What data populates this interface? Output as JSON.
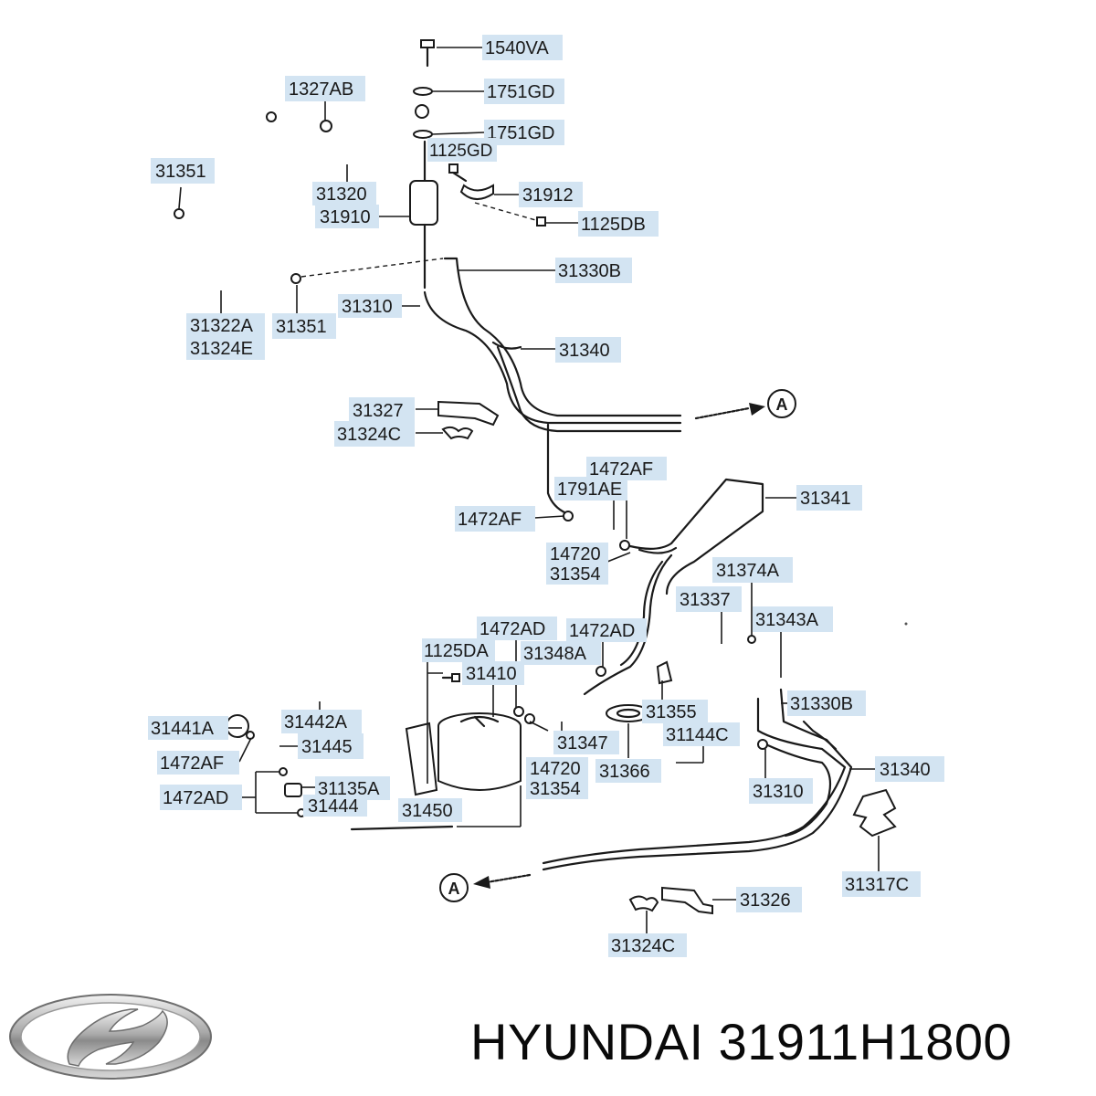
{
  "caption": {
    "brand": "HYUNDAI",
    "part_number": "31911H1800"
  },
  "labels": [
    {
      "id": "1540VA",
      "text": "1540VA"
    },
    {
      "id": "1751GD-a",
      "text": "1751GD"
    },
    {
      "id": "1327AB",
      "text": "1327AB"
    },
    {
      "id": "1751GD-b",
      "text": "1751GD"
    },
    {
      "id": "1125GD",
      "text": "1125GD"
    },
    {
      "id": "31351-a",
      "text": "31351"
    },
    {
      "id": "31912",
      "text": "31912"
    },
    {
      "id": "31320",
      "text": "31320"
    },
    {
      "id": "31910",
      "text": "31910"
    },
    {
      "id": "1125DB",
      "text": "1125DB"
    },
    {
      "id": "31330B-a",
      "text": "31330B"
    },
    {
      "id": "31310-a",
      "text": "31310"
    },
    {
      "id": "31322A",
      "text": "31322A"
    },
    {
      "id": "31324E",
      "text": "31324E"
    },
    {
      "id": "31351-b",
      "text": "31351"
    },
    {
      "id": "31340-a",
      "text": "31340"
    },
    {
      "id": "31327",
      "text": "31327"
    },
    {
      "id": "31324C-a",
      "text": "31324C"
    },
    {
      "id": "1472AF-a",
      "text": "1472AF"
    },
    {
      "id": "1791AE",
      "text": "1791AE"
    },
    {
      "id": "31341",
      "text": "31341"
    },
    {
      "id": "1472AF-b",
      "text": "1472AF"
    },
    {
      "id": "14720-a",
      "text": "14720"
    },
    {
      "id": "31354-a",
      "text": "31354"
    },
    {
      "id": "31374A",
      "text": "31374A"
    },
    {
      "id": "31337",
      "text": "31337"
    },
    {
      "id": "31343A",
      "text": "31343A"
    },
    {
      "id": "1472AD-a",
      "text": "1472AD"
    },
    {
      "id": "1472AD-b",
      "text": "1472AD"
    },
    {
      "id": "1125DA",
      "text": "1125DA"
    },
    {
      "id": "31348A",
      "text": "31348A"
    },
    {
      "id": "31410",
      "text": "31410"
    },
    {
      "id": "31442A",
      "text": "31442A"
    },
    {
      "id": "31355",
      "text": "31355"
    },
    {
      "id": "31330B-b",
      "text": "31330B"
    },
    {
      "id": "31441A",
      "text": "31441A"
    },
    {
      "id": "31347",
      "text": "31347"
    },
    {
      "id": "31144C",
      "text": "31144C"
    },
    {
      "id": "1472AF-c",
      "text": "1472AF"
    },
    {
      "id": "31445",
      "text": "31445"
    },
    {
      "id": "14720-b",
      "text": "14720"
    },
    {
      "id": "31366",
      "text": "31366"
    },
    {
      "id": "31340-b",
      "text": "31340"
    },
    {
      "id": "31354-b",
      "text": "31354"
    },
    {
      "id": "1472AD-c",
      "text": "1472AD"
    },
    {
      "id": "31135A",
      "text": "31135A"
    },
    {
      "id": "31310-b",
      "text": "31310"
    },
    {
      "id": "31444",
      "text": "31444"
    },
    {
      "id": "31450",
      "text": "31450"
    },
    {
      "id": "31317C",
      "text": "31317C"
    },
    {
      "id": "31326",
      "text": "31326"
    },
    {
      "id": "31324C-b",
      "text": "31324C"
    }
  ],
  "markers": [
    {
      "id": "A-upper",
      "text": "A"
    },
    {
      "id": "A-lower",
      "text": "A"
    }
  ],
  "colors": {
    "label_background": "#d3e4f2",
    "line": "#1a1a1a"
  },
  "icons": {
    "logo": "hyundai-logo-icon"
  }
}
